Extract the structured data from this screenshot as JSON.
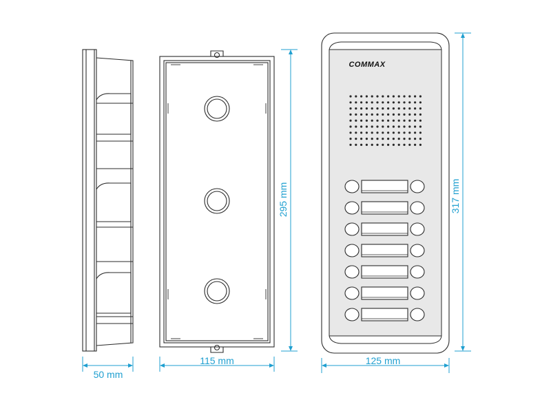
{
  "brand": "COMMAX",
  "colors": {
    "outline": "#2a2a2a",
    "dimension": "#1f9fd0",
    "panel_face": "#e8e8e8",
    "background": "#ffffff"
  },
  "dimensions": {
    "side_depth": "50 mm",
    "box_width": "115 mm",
    "box_height": "295 mm",
    "panel_width": "125 mm",
    "panel_height": "317 mm"
  },
  "views": {
    "side": "side-view",
    "back_box": "back-box-view",
    "front": "front-panel-view"
  },
  "panel": {
    "button_rows": 7,
    "buttons_per_row": 2
  }
}
